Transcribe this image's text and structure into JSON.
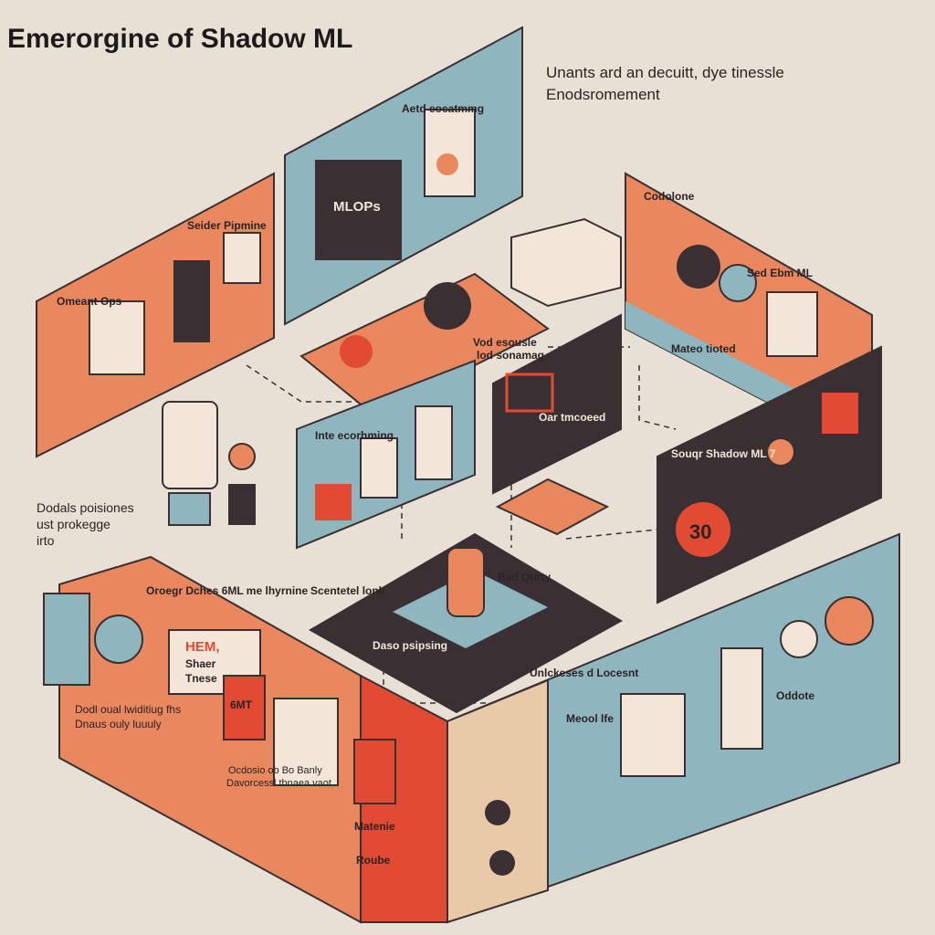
{
  "title": "Emerorgine of Shadow ML",
  "subtitle": {
    "line1": "Unants ard an decuitt, dye tinessle",
    "line2": "Enodsromement"
  },
  "labels": {
    "aetd_ops": "Aetd eocatmmg",
    "mlops": "MLOPs",
    "seider_pipmine": "Seider Pipmine",
    "omgent_ops": "Omeant Ops",
    "codolone": "Codolone",
    "sed_ebm_ml": "Sed Ebm ML",
    "matres_hoted": "Mateo tioted",
    "vod_texts": "Vod esousle",
    "vod_texts2": "lod sonamag",
    "sai_tod": "Oar tmcoeed",
    "inte_ecorhing": "Inte ecorhming",
    "souqr_shadow": "Souqr Shadow ML 7",
    "score_value": "30",
    "dodals": "Dodals poisiones",
    "dodals2": "ust prokegge",
    "dodals3": "irto",
    "scenteel_lonk": "Scentetel lonk",
    "bad_quty": "Bad Qurty",
    "daso_psipaing": "Daso psipsing",
    "orogr_dches": "Oroegr Dches 6ML me lhyrnine",
    "hem": "HEM,",
    "shaer": "Shaer",
    "tnese": "Tnese",
    "emt": "6MT",
    "dodal_bucht": "Dodl oual lwiditiug fhs",
    "dodal_bucht2": "Dnaus ouly luuuly",
    "ocdoio": "Ocdosio ob Bo Banly",
    "davorcess": "Davorcessl tbnaea vaot",
    "matenie": "Matenie",
    "roube": "Roube",
    "unleckes": "Unlckeses d Locesnt",
    "meool_lfe": "Meool lfe",
    "oddote": "Oddote"
  },
  "colors": {
    "background": "#e8e0d4",
    "orange": "#e9875f",
    "blue": "#8fb5bf",
    "dark": "#3a3033",
    "red": "#e24b33",
    "cream": "#f3e6d8"
  }
}
